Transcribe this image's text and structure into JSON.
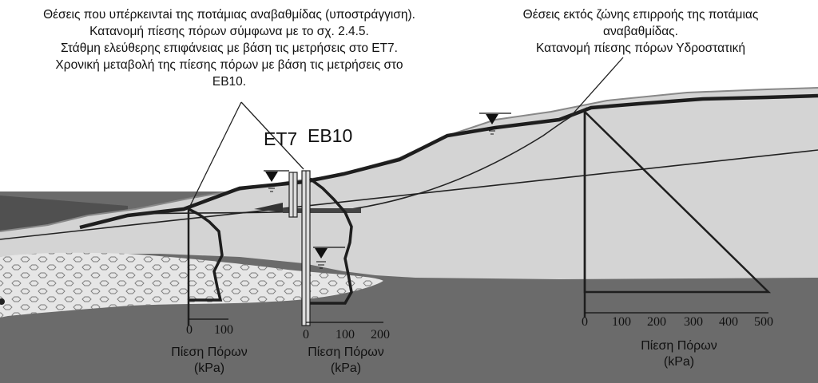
{
  "annotations": {
    "left": [
      "Θέσεις που υπέρκειντai της ποτάμιας αναβαθμίδας (υποστράγγιση).",
      "Κατανομή πίεσης πόρων σύμφωνα με το σχ. 2.4.5.",
      "Στάθμη ελεύθερης επιφάνειας με βάση τις μετρήσεις στο ET7.",
      "Χρονική μεταβολή της πίεσης πόρων με βάση τις μετρήσεις στο",
      "EB10."
    ],
    "right": [
      "Θέσεις εκτός ζώνης επιρροής της ποτάμιας",
      "αναβαθμίδας.",
      "Κατανομή πίεσης πόρων Υδροστατική"
    ]
  },
  "wells": {
    "et7": "ET7",
    "eb10": "EB10"
  },
  "axes": {
    "axis1": {
      "ticks": [
        "0",
        "100"
      ],
      "caption": [
        "Πίεση Πόρων",
        "(kPa)"
      ]
    },
    "axis2": {
      "ticks": [
        "0",
        "100",
        "200"
      ],
      "caption": [
        "Πίεση Πόρων",
        "(kPa)"
      ]
    },
    "axis3": {
      "ticks": [
        "0",
        "100",
        "200",
        "300",
        "400",
        "500"
      ],
      "caption": [
        "Πίεση Πόρων",
        "(kPa)"
      ]
    }
  },
  "colors": {
    "upper_soil": "#d4d4d4",
    "bedrock": "#6b6b6b",
    "dark_left": "#505050",
    "gravel_layer": "#e6e6e6"
  }
}
